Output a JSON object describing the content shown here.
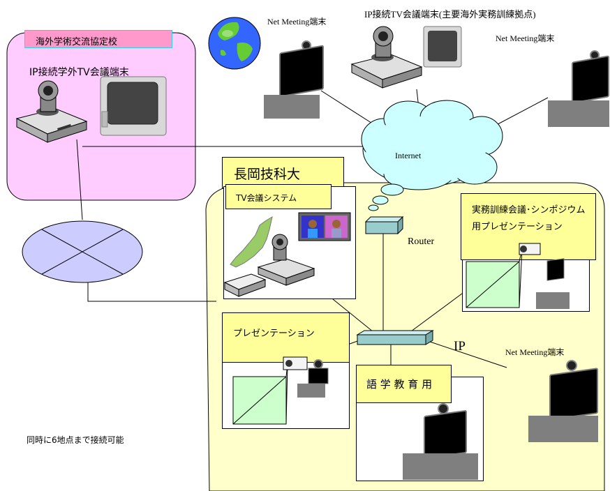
{
  "overseas_school": {
    "header": "海外学術交流協定校",
    "terminal_label": "IP接続学外TV会議端末"
  },
  "internet_label": "Internet",
  "top_terminals": {
    "netmeeting_left": "Net Meeting端末",
    "ip_tv_label": "IP接続TV会議端末(主要海外実務訓練拠点)",
    "netmeeting_right": "Net Meeting端末"
  },
  "campus": {
    "title": "長岡技科大",
    "tv_system": "TV会議システム",
    "router_label": "Router",
    "training": "実務訓練会議･シンポジウム用プレゼンテーション",
    "presentation": "プレゼンテーション",
    "language": "語 学 教 育 用",
    "ip_label": "IP",
    "netmeeting_bottom": "Net Meeting端末"
  },
  "footer_note": "同時に6地点まで接続可能",
  "colors": {
    "pink": "#ffccff",
    "pink_header": "#ff99cc",
    "header_border": "#33ccff",
    "campus_yellow": "#ffffcc",
    "label_yellow": "#ffff99",
    "cloud": "#ccffff",
    "isdn": "#ccccff",
    "screen_green": "#ccffcc",
    "switch": "#99cccc"
  },
  "icons": [
    "globe-icon",
    "tv-camera-icon",
    "crt-monitor-icon",
    "laptop-icon",
    "webcam-icon",
    "projector-icon",
    "router-icon",
    "switch-icon",
    "japan-map-icon",
    "video-call-icon"
  ]
}
